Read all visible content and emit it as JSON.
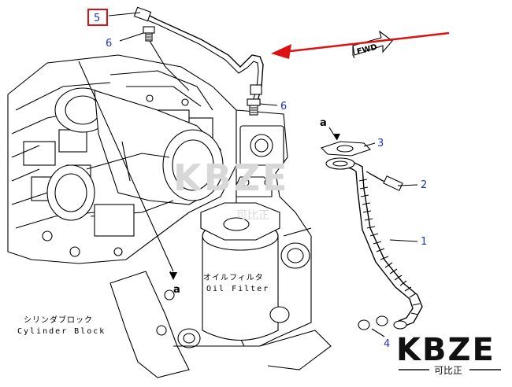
{
  "callouts": {
    "p1": "1",
    "p2": "2",
    "p3": "3",
    "p4": "4",
    "p5": "5",
    "p6a": "6",
    "p6b": "6"
  },
  "refs": {
    "a_top": "a",
    "a_bottom": "a"
  },
  "labels": {
    "oil_filter_jp": "オイルフィルタ",
    "oil_filter_en": "Oil Filter",
    "cylinder_block_jp": "シリンダブロック",
    "cylinder_block_en": "Cylinder Block",
    "fwd": "FWD"
  },
  "logo": {
    "main": "KBZE",
    "sub": "可比正"
  },
  "watermark": {
    "main": "KBZE",
    "sub": "可比正"
  },
  "colors": {
    "callout_text": "#2233bb",
    "highlight_box": "#dd1111",
    "arrow": "#dd1111"
  }
}
